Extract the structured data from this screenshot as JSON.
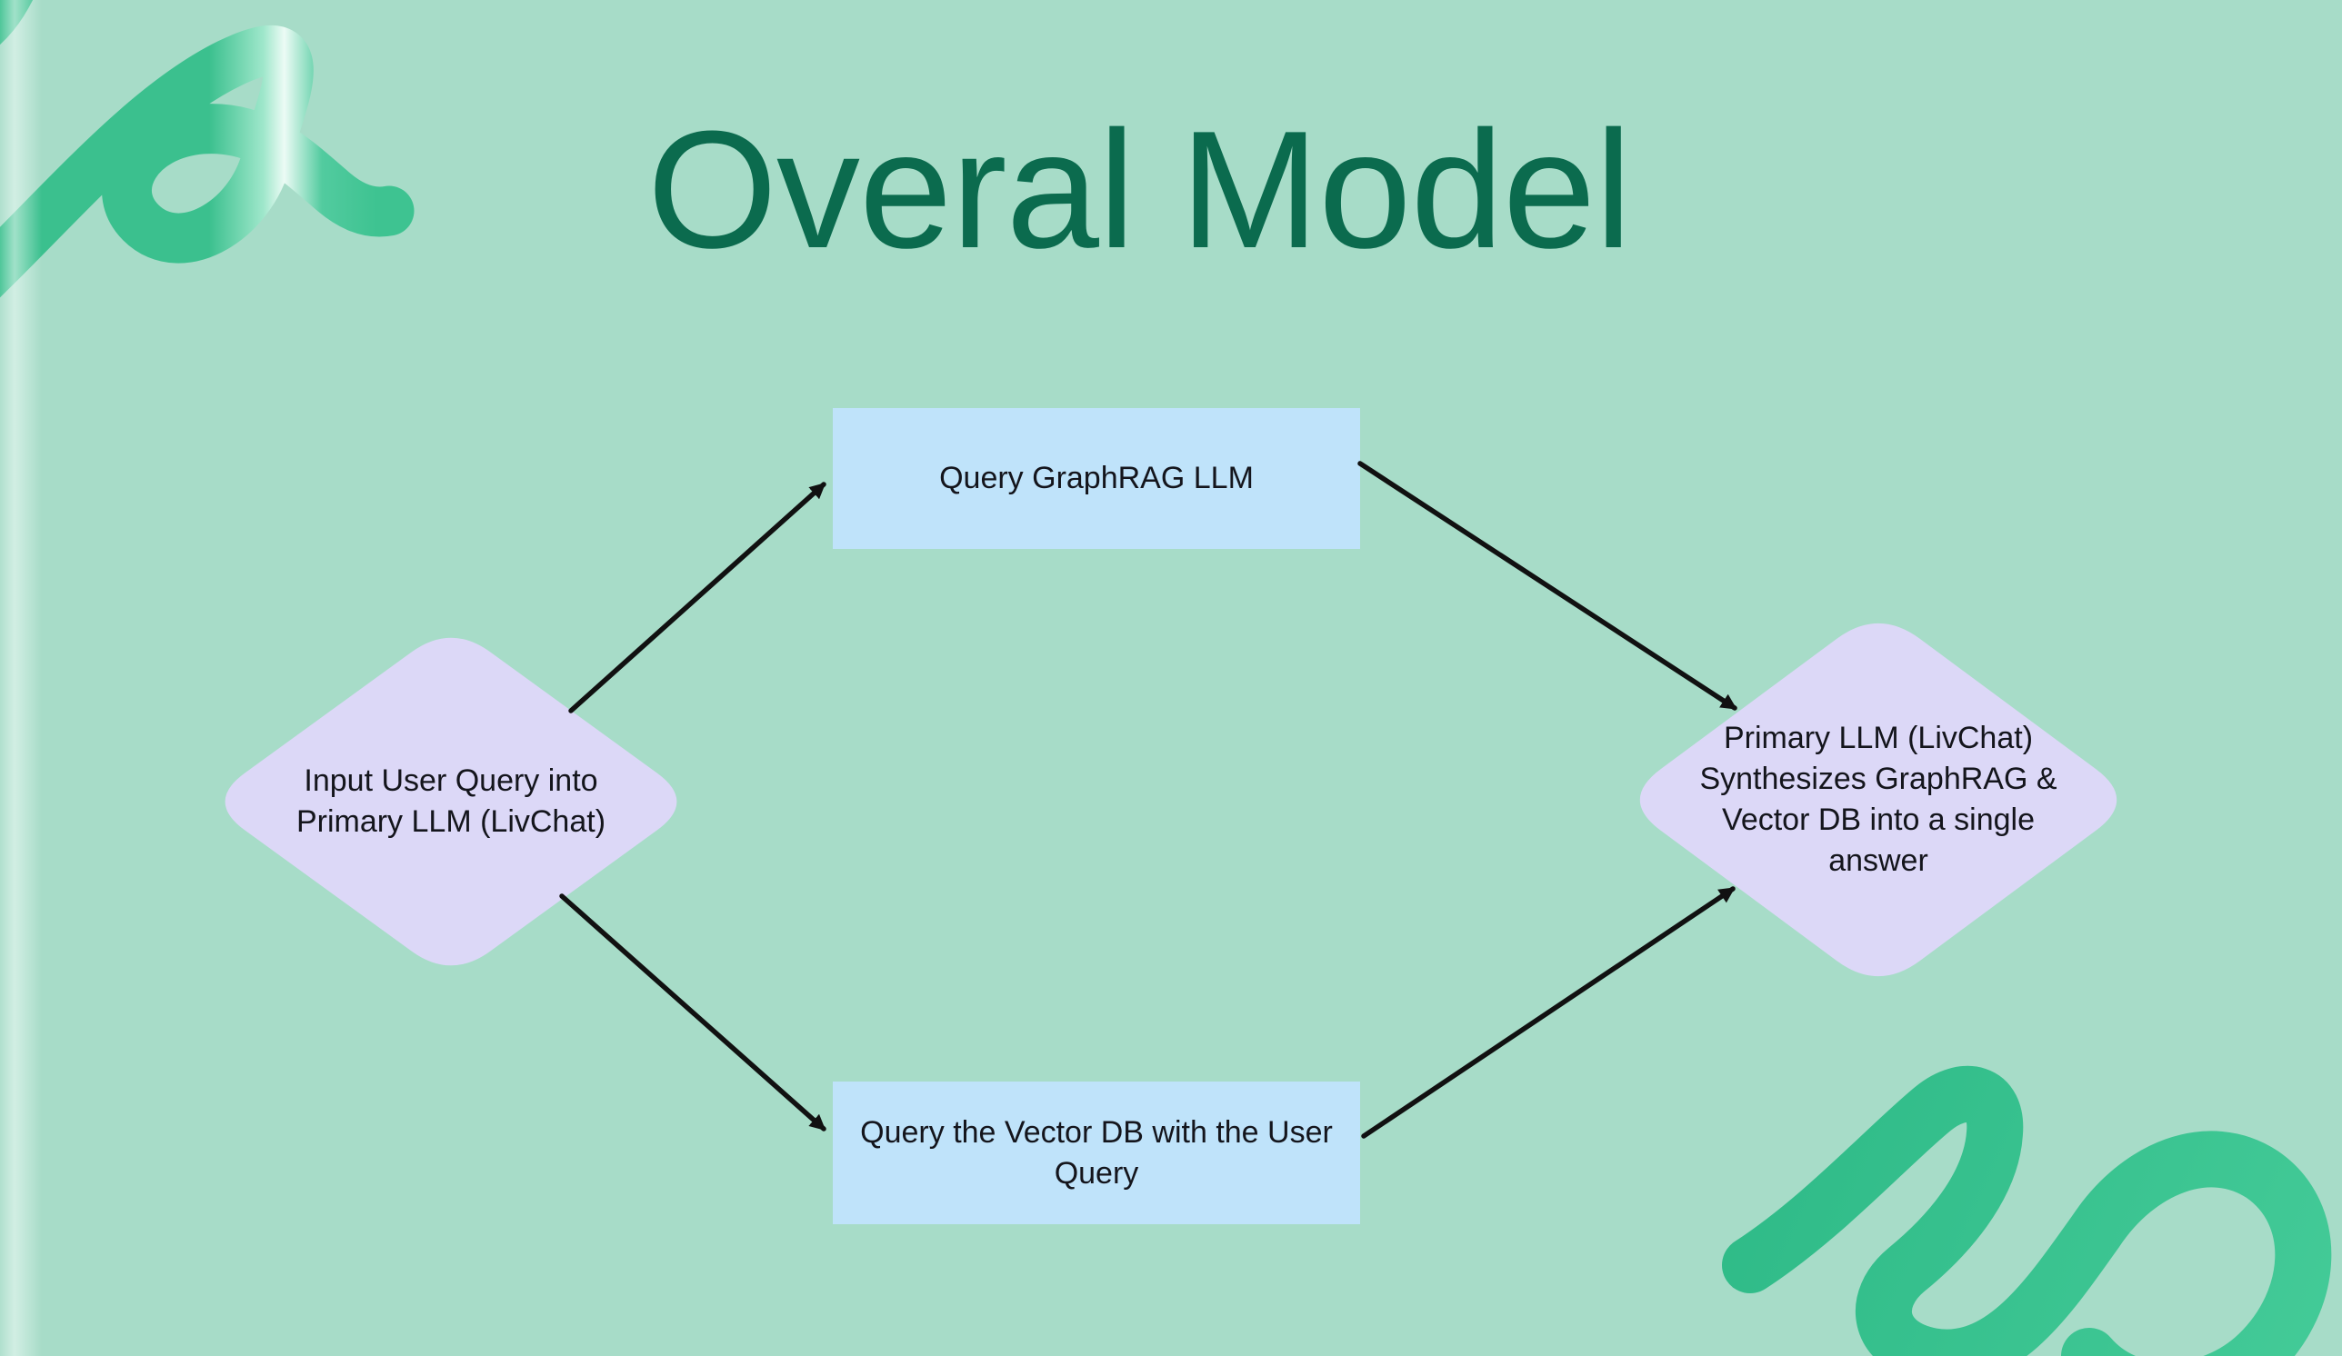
{
  "slide": {
    "title": "Overal Model",
    "background_color": "#a7dcc8",
    "title_color": "#0b6b4e"
  },
  "diagram": {
    "nodes": [
      {
        "id": "input-query",
        "shape": "diamond",
        "fill": "#dcd8f7",
        "label": "Input User Query into Primary LLM (LivChat)"
      },
      {
        "id": "query-graphrag",
        "shape": "rectangle",
        "fill": "#bfe3fa",
        "label": "Query GraphRAG LLM"
      },
      {
        "id": "query-vector-db",
        "shape": "rectangle",
        "fill": "#bfe3fa",
        "label": "Query the Vector DB with the User Query"
      },
      {
        "id": "synthesize-answer",
        "shape": "diamond",
        "fill": "#dcd8f7",
        "label": "Primary LLM (LivChat) Synthesizes GraphRAG & Vector DB into a single answer"
      }
    ],
    "edges": [
      {
        "from": "input-query",
        "to": "query-graphrag"
      },
      {
        "from": "query-graphrag",
        "to": "synthesize-answer"
      },
      {
        "from": "input-query",
        "to": "query-vector-db"
      },
      {
        "from": "query-vector-db",
        "to": "synthesize-answer"
      }
    ],
    "edge_color": "#111111",
    "text_color": "#14151c"
  },
  "decorations": {
    "swirl_color": "#3bc08e",
    "swirl_highlight_color": "#ecfbf5",
    "items": [
      "swirl-top-left",
      "swirl-bottom-right",
      "left-edge-sheen"
    ]
  }
}
